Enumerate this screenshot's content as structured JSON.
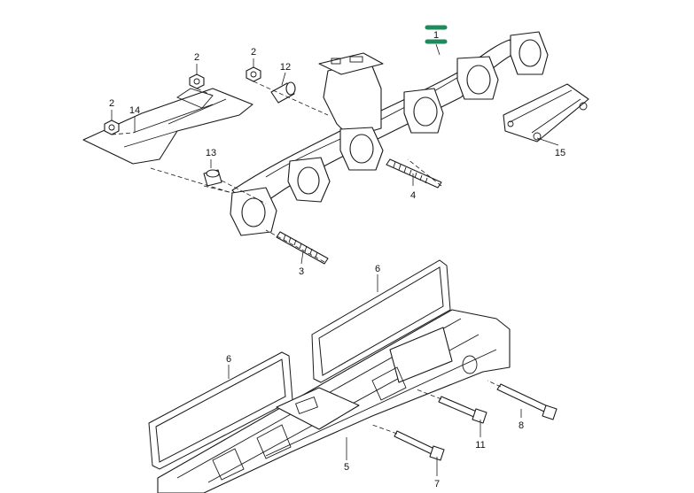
{
  "highlight_color": "#1f8a5b",
  "callouts": [
    {
      "id": "1",
      "label": "1",
      "highlighted": true
    },
    {
      "id": "2a",
      "label": "2"
    },
    {
      "id": "2b",
      "label": "2"
    },
    {
      "id": "2c",
      "label": "2"
    },
    {
      "id": "12",
      "label": "12"
    },
    {
      "id": "14",
      "label": "14"
    },
    {
      "id": "13",
      "label": "13"
    },
    {
      "id": "15",
      "label": "15"
    },
    {
      "id": "4",
      "label": "4"
    },
    {
      "id": "3",
      "label": "3"
    },
    {
      "id": "6a",
      "label": "6"
    },
    {
      "id": "6b",
      "label": "6"
    },
    {
      "id": "8",
      "label": "8"
    },
    {
      "id": "11",
      "label": "11"
    },
    {
      "id": "5",
      "label": "5"
    },
    {
      "id": "7",
      "label": "7"
    }
  ]
}
